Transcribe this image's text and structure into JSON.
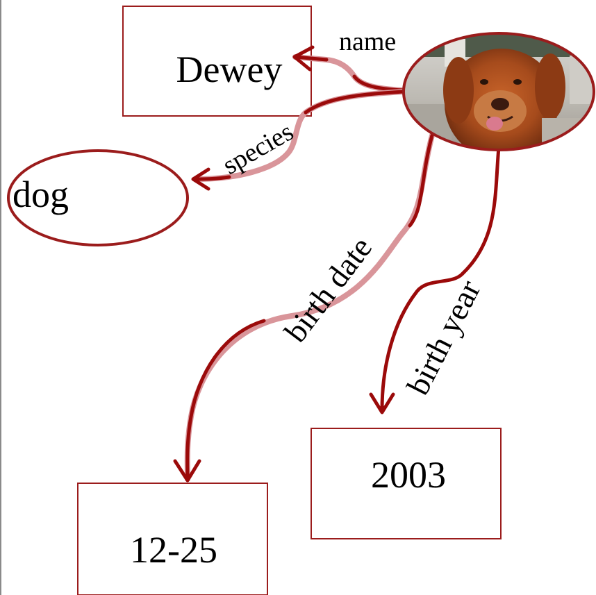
{
  "colors": {
    "edge": "#9b0a0a",
    "edge_light": "#d9959a",
    "node_border": "#9b1c1c",
    "background": "#ffffff"
  },
  "nodes": {
    "name_value": "Dewey",
    "species_value": "dog",
    "birth_date_value": "12-25",
    "birth_year_value": "2003",
    "subject_photo": "golden-retriever-dog-photo"
  },
  "edges": {
    "name": "name",
    "species": "species",
    "birth_date": "birth date",
    "birth_year": "birth year"
  }
}
